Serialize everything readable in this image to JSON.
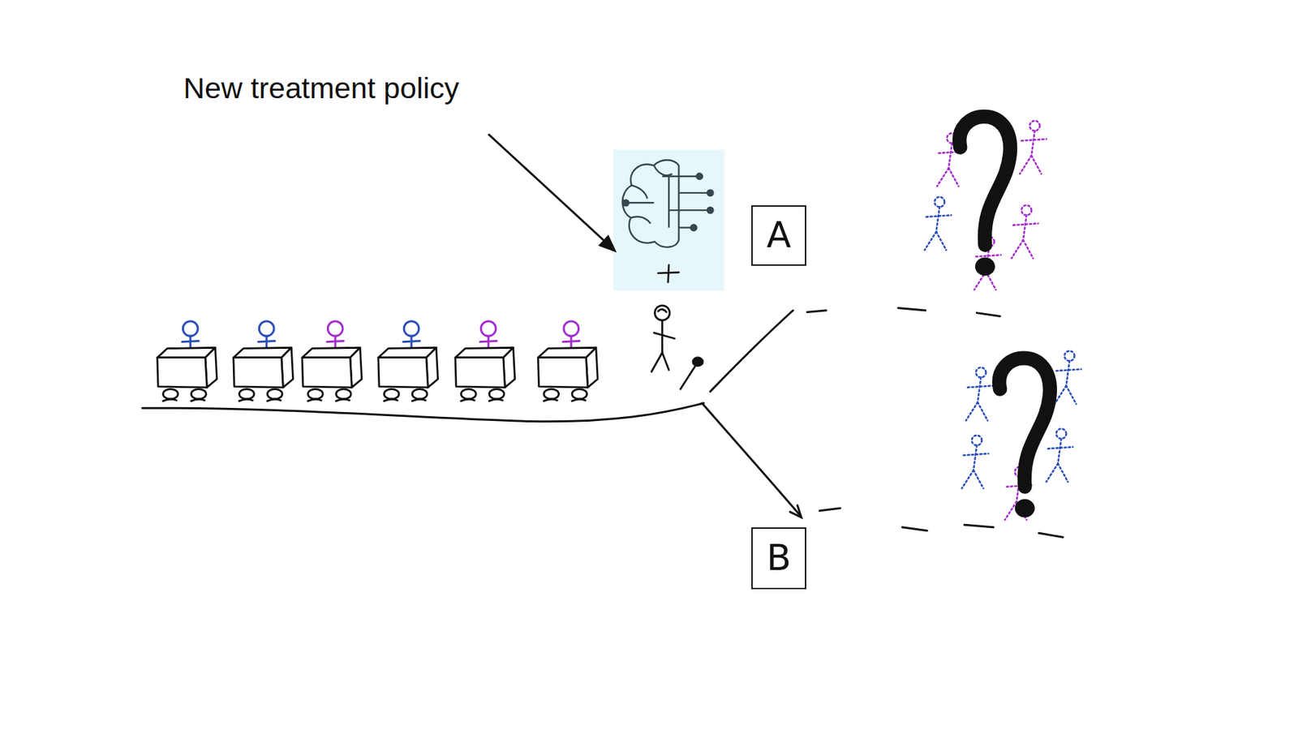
{
  "diagram": {
    "nodes": [
      {
        "text": [
          "A"
        ]
      },
      {
        "text": [
          "B"
        ]
      }
    ],
    "labels": [
      "New treatment policy"
    ]
  }
}
